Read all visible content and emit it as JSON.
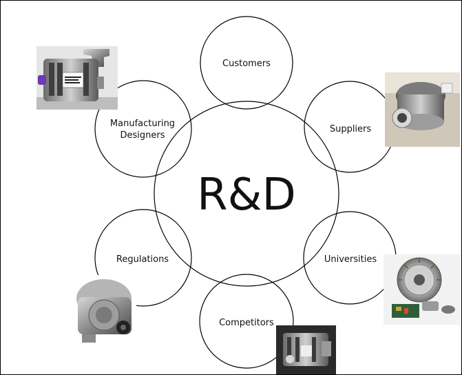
{
  "diagram": {
    "center_label": "R&D",
    "stakeholders": {
      "customers": "Customers",
      "suppliers": "Suppliers",
      "universities": "Universities",
      "competitors": "Competitors",
      "regulations": "Regulations",
      "manufacturing_line1": "Manufacturing",
      "manufacturing_line2": "Designers"
    }
  },
  "colors": {
    "stroke": "#000000",
    "text": "#111111",
    "background": "#ffffff"
  },
  "images": [
    {
      "name": "motor-photo-top-left",
      "depicts": "washing machine motor with label"
    },
    {
      "name": "pump-photo-top-right",
      "depicts": "drain pump"
    },
    {
      "name": "stator-kit-photo-right",
      "depicts": "stator, rotor parts and control board"
    },
    {
      "name": "motor-photo-bottom-left",
      "depicts": "universal motor"
    },
    {
      "name": "motor-photo-bottom-center",
      "depicts": "motor assembly"
    }
  ]
}
